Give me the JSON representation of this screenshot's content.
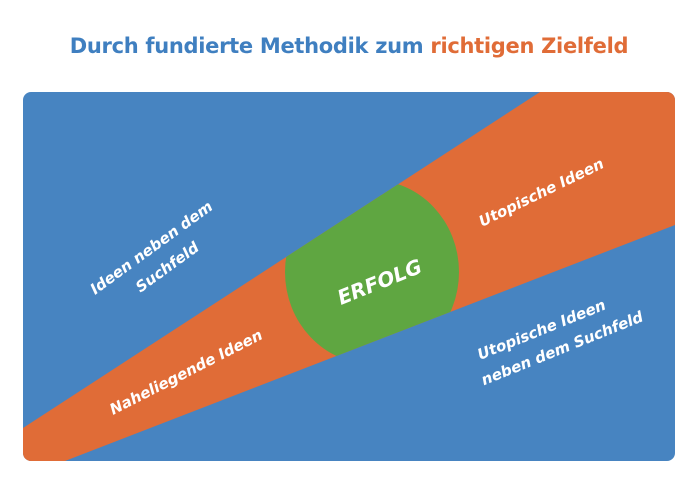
{
  "title": {
    "part1": "Durch fundierte Methodik zum",
    "part2": "richtigen Zielfeld"
  },
  "colors": {
    "blue": "#4784c1",
    "orange": "#e06c37",
    "green": "#5fa641"
  },
  "labels": {
    "ideas_beside_line1": "Ideen neben dem",
    "ideas_beside_line2": "Suchfeld",
    "success": "ERFOLG",
    "utopian": "Utopische Ideen",
    "obvious": "Naheliegende Ideen",
    "utopian_beside_line1": "Utopische Ideen",
    "utopian_beside_line2": "neben dem Suchfeld"
  }
}
